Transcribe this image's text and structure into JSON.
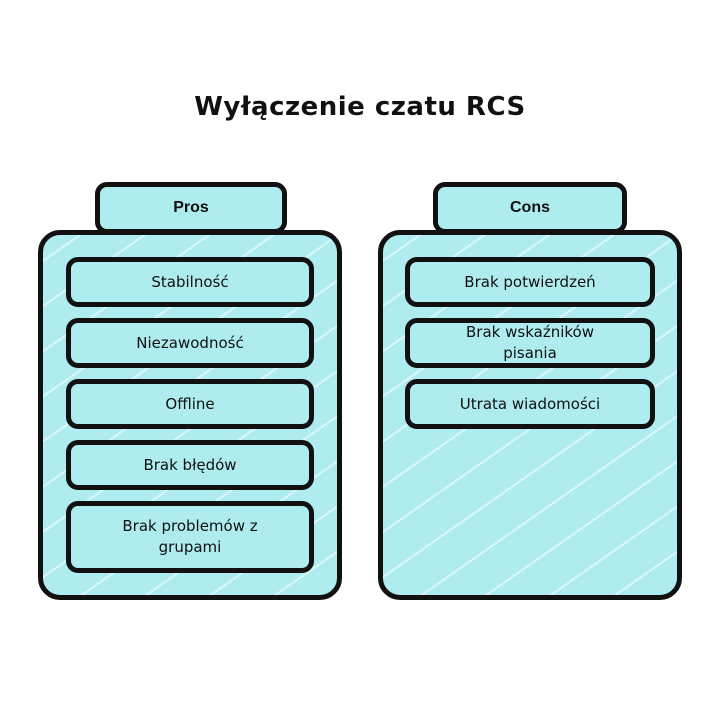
{
  "title": "Wyłączenie czatu RCS",
  "colors": {
    "fill": "#aeecef",
    "outline": "#111111",
    "background": "#ffffff"
  },
  "pros": {
    "label": "Pros",
    "items": [
      "Stabilność",
      "Niezawodność",
      "Offline",
      "Brak błędów",
      "Brak problemów z grupami"
    ]
  },
  "cons": {
    "label": "Cons",
    "items": [
      "Brak potwierdzeń",
      "Brak wskaźników pisania",
      "Utrata wiadomości"
    ]
  }
}
